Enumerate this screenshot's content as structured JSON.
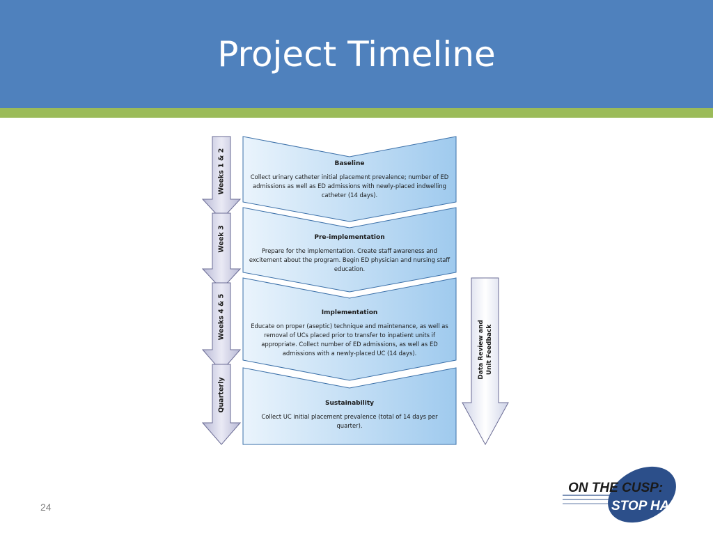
{
  "slide": {
    "title": "Project Timeline",
    "page_number": "24"
  },
  "stages": [
    {
      "title": "Baseline",
      "body": "Collect urinary catheter initial placement prevalence; number of ED admissions as well as ED admissions with newly-placed indwelling catheter (14 days)."
    },
    {
      "title": "Pre-implementation",
      "body": "Prepare for the implementation. Create staff awareness and excitement about the program. Begin ED physician and nursing staff education."
    },
    {
      "title": "Implementation",
      "body": "Educate on proper (aseptic) technique and maintenance, as well as removal of UCs placed prior to transfer to inpatient units if appropriate.  Collect number of ED admissions, as well as ED admissions with a newly-placed UC (14 days)."
    },
    {
      "title": "Sustainability",
      "body": "Collect UC initial placement prevalence (total of 14 days per quarter)."
    }
  ],
  "timeline": [
    "Weeks 1 & 2",
    "Week 3",
    "Weeks 4 & 5",
    "Quarterly"
  ],
  "feedback": {
    "line1": "Data Review and",
    "line2": "Unit Feedback"
  },
  "logo": {
    "line1": "ON THE CUSP:",
    "line2": "STOP HAI"
  },
  "colors": {
    "header": "#4f81bd",
    "accent": "#9bbb59",
    "logo_blue": "#2c4f8a"
  }
}
